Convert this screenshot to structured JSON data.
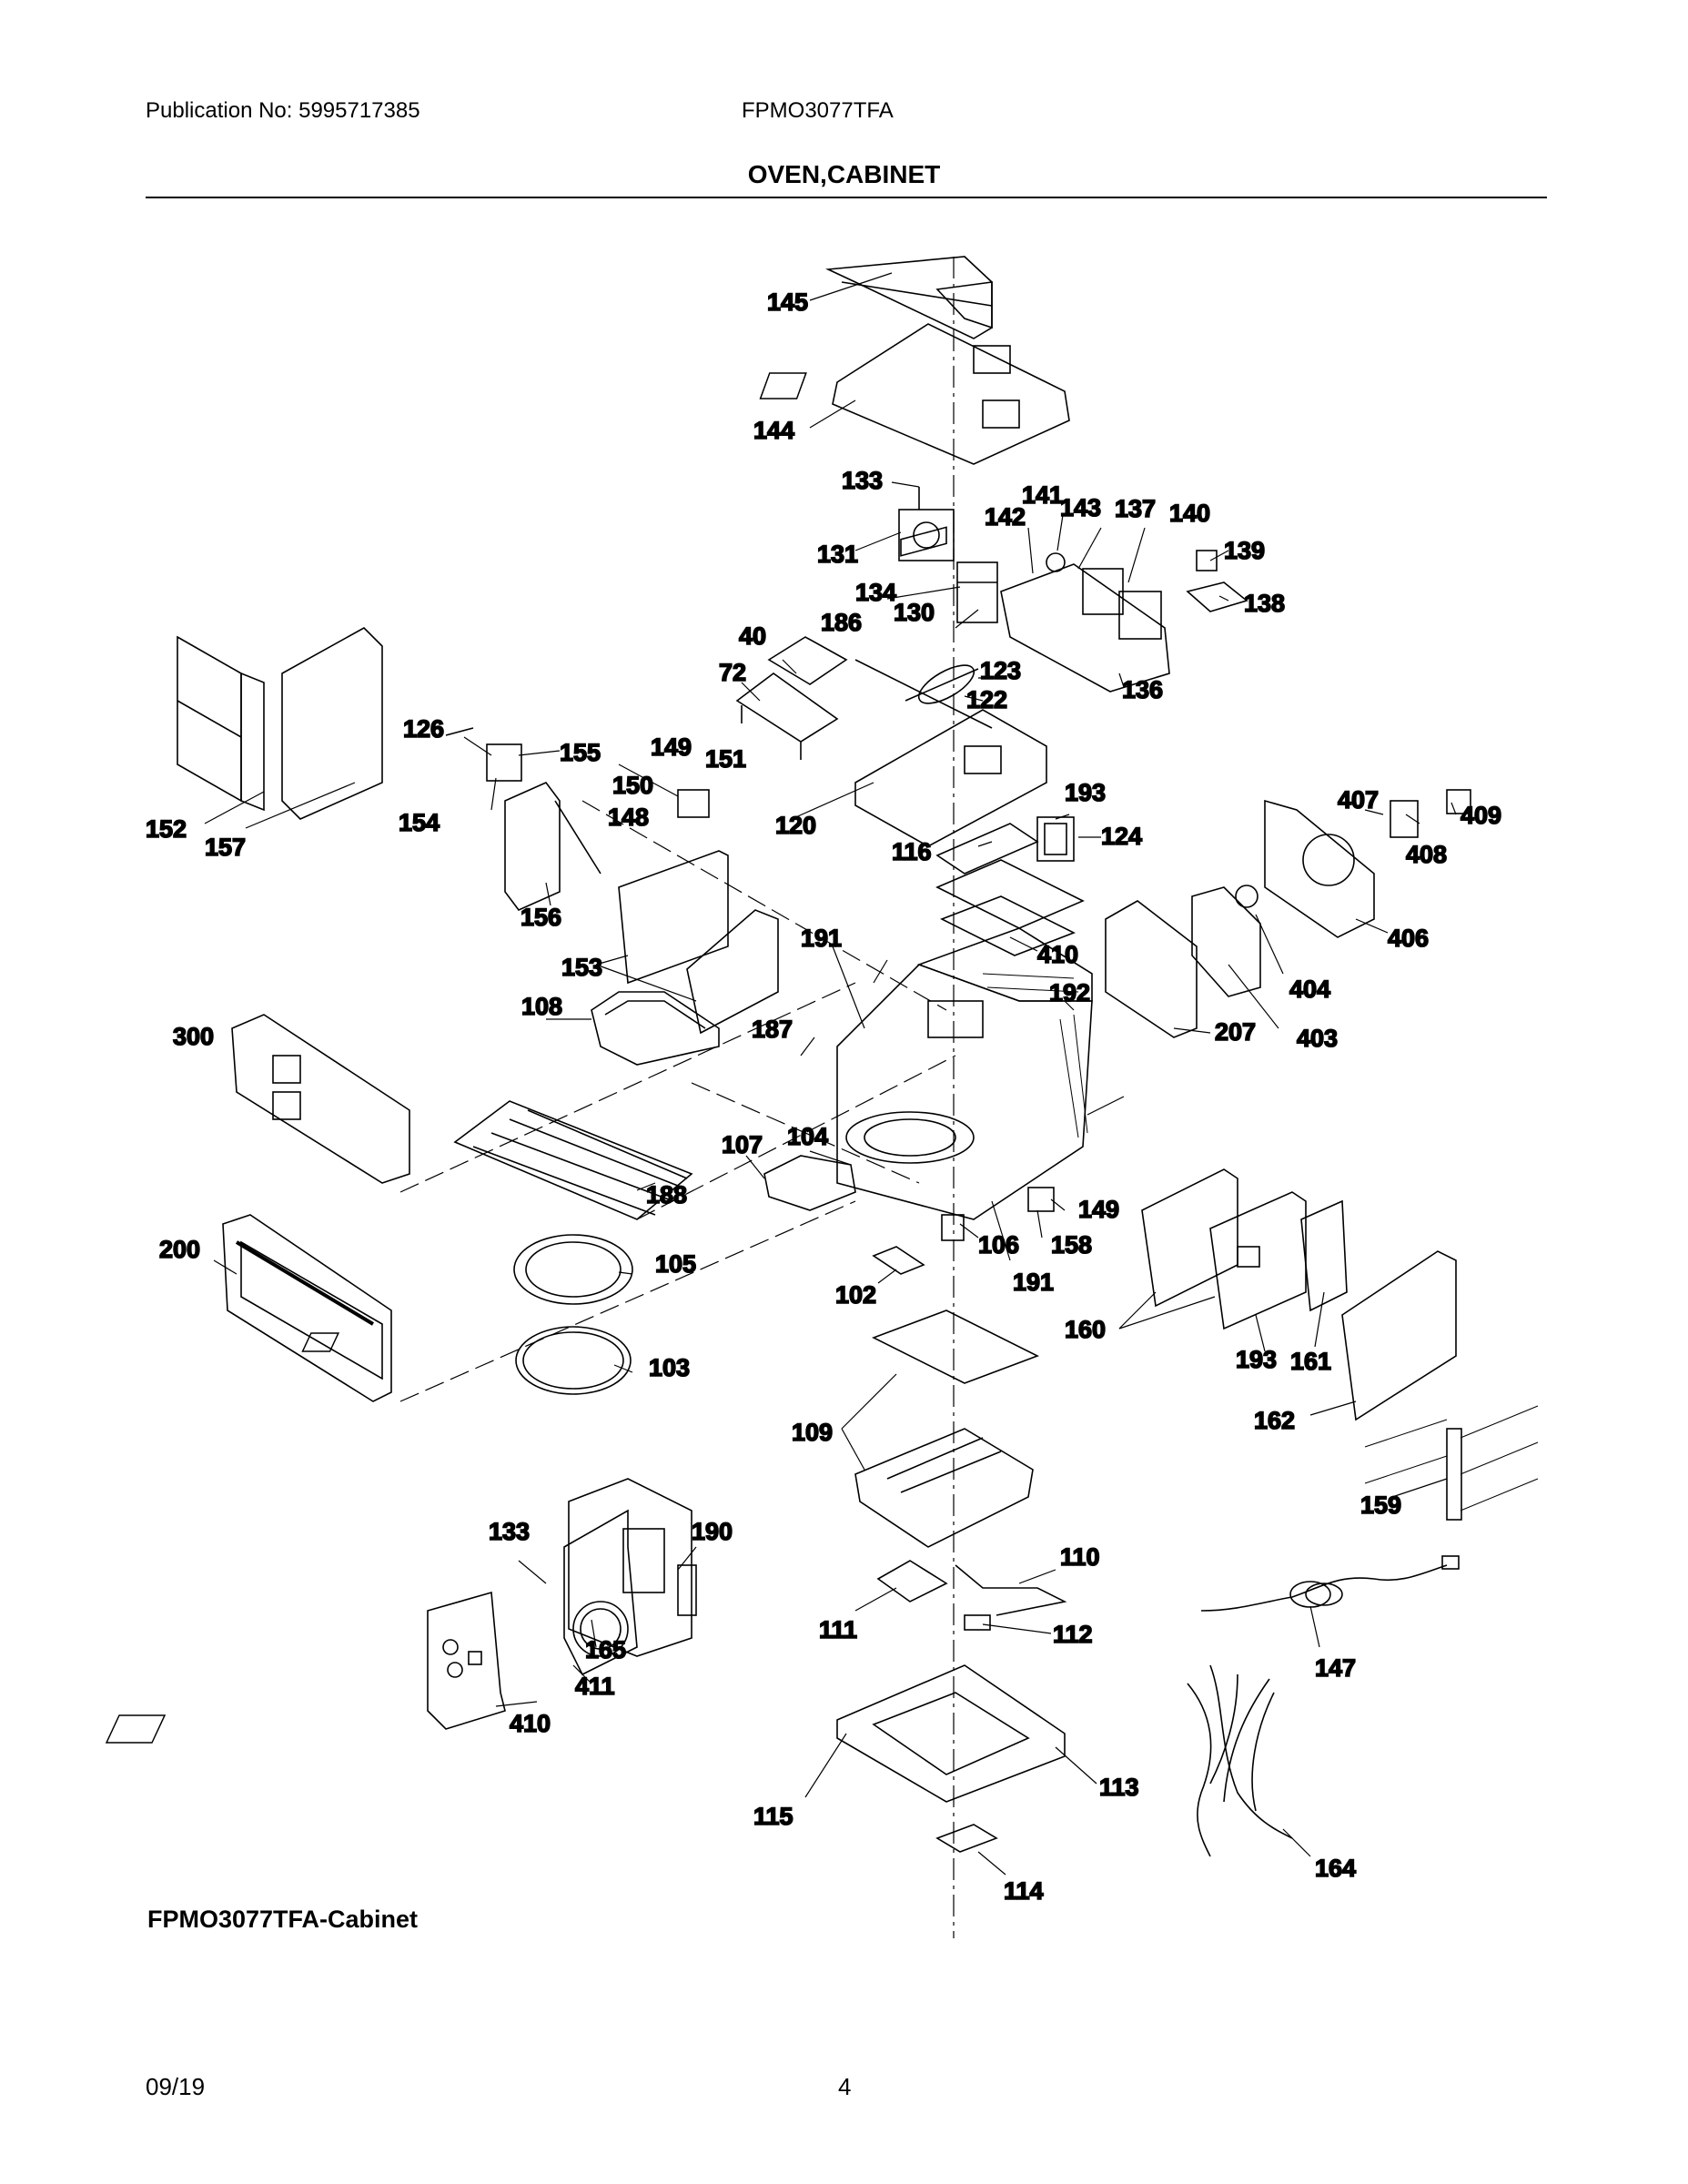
{
  "header": {
    "publication": "Publication No: 5995717385",
    "model": "FPMO3077TFA",
    "title": "OVEN,CABINET"
  },
  "diagram": {
    "caption": "FPMO3077TFA-Cabinet",
    "callouts": [
      "145",
      "144",
      "133",
      "131",
      "141",
      "142",
      "143",
      "137",
      "140",
      "139",
      "138",
      "134",
      "130",
      "186",
      "40",
      "72",
      "123",
      "122",
      "136",
      "126",
      "155",
      "149",
      "151",
      "150",
      "148",
      "154",
      "152",
      "157",
      "120",
      "193",
      "124",
      "116",
      "407",
      "409",
      "408",
      "406",
      "153",
      "156",
      "191",
      "410",
      "108",
      "300",
      "187",
      "192",
      "404",
      "403",
      "207",
      "107",
      "104",
      "188",
      "149",
      "158",
      "106",
      "200",
      "105",
      "191",
      "102",
      "193",
      "161",
      "160",
      "162",
      "103",
      "159",
      "109",
      "133",
      "190",
      "110",
      "111",
      "112",
      "147",
      "165",
      "411",
      "410",
      "113",
      "115",
      "114",
      "164"
    ]
  },
  "footer": {
    "date": "09/19",
    "page": "4"
  }
}
